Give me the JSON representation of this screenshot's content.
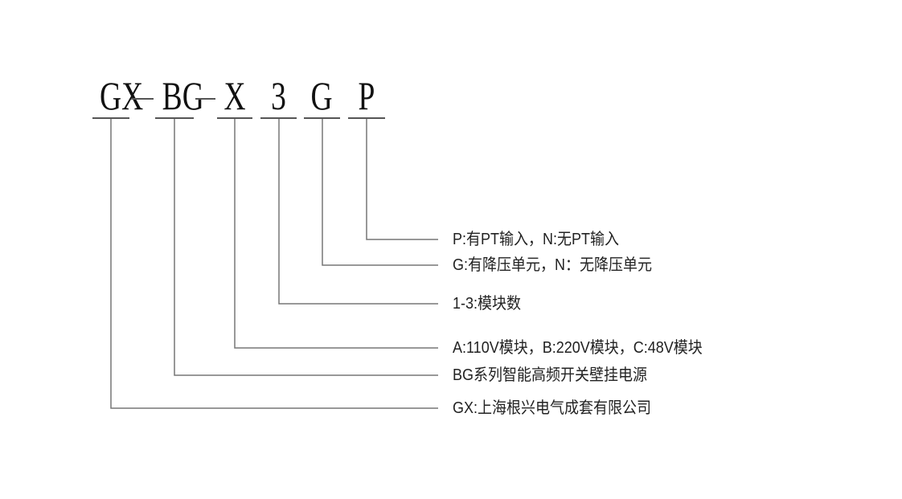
{
  "code": {
    "segments": [
      "GX",
      "BG",
      "X",
      "3",
      "G",
      "P"
    ]
  },
  "legend": {
    "p": "P:有PT输入，N:无PT输入",
    "g": "G:有降压单元，N：无降压单元",
    "n": "1-3:模块数",
    "x": "A:110V模块，B:220V模块，C:48V模块",
    "bg": "BG系列智能高频开关壁挂电源",
    "gx": "GX:上海根兴电气成套有限公司"
  },
  "colors": {
    "line": "#777777",
    "text": "#222222"
  }
}
